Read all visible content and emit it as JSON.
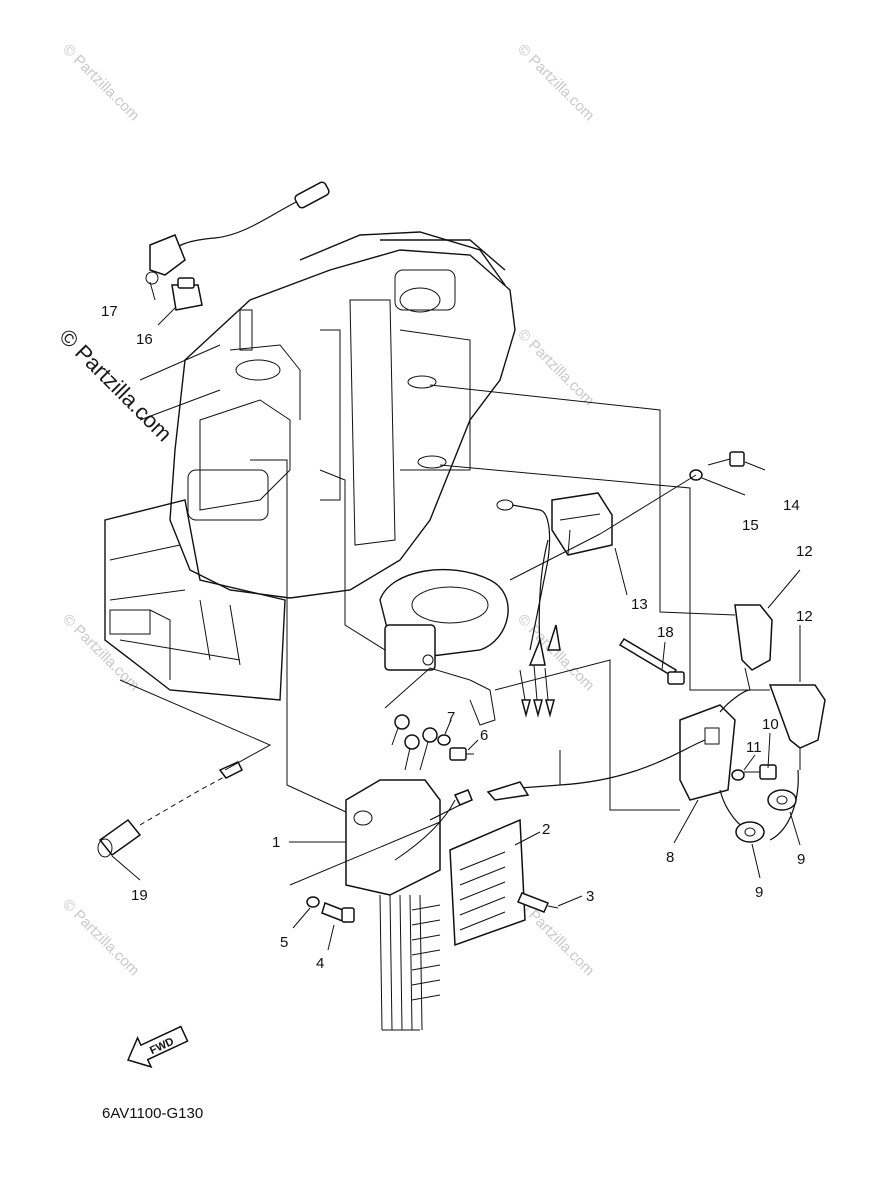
{
  "diagram_code": "6AV1100-G130",
  "fwd_label": "FWD",
  "watermark": "© Partzilla.com",
  "callouts": {
    "c1": "1",
    "c2": "2",
    "c3": "3",
    "c4": "4",
    "c5": "5",
    "c6": "6",
    "c7": "7",
    "c8": "8",
    "c9a": "9",
    "c9b": "9",
    "c10": "10",
    "c11": "11",
    "c12a": "12",
    "c12b": "12",
    "c13": "13",
    "c14": "14",
    "c15": "15",
    "c16": "16",
    "c17": "17",
    "c18": "18",
    "c19": "19"
  }
}
